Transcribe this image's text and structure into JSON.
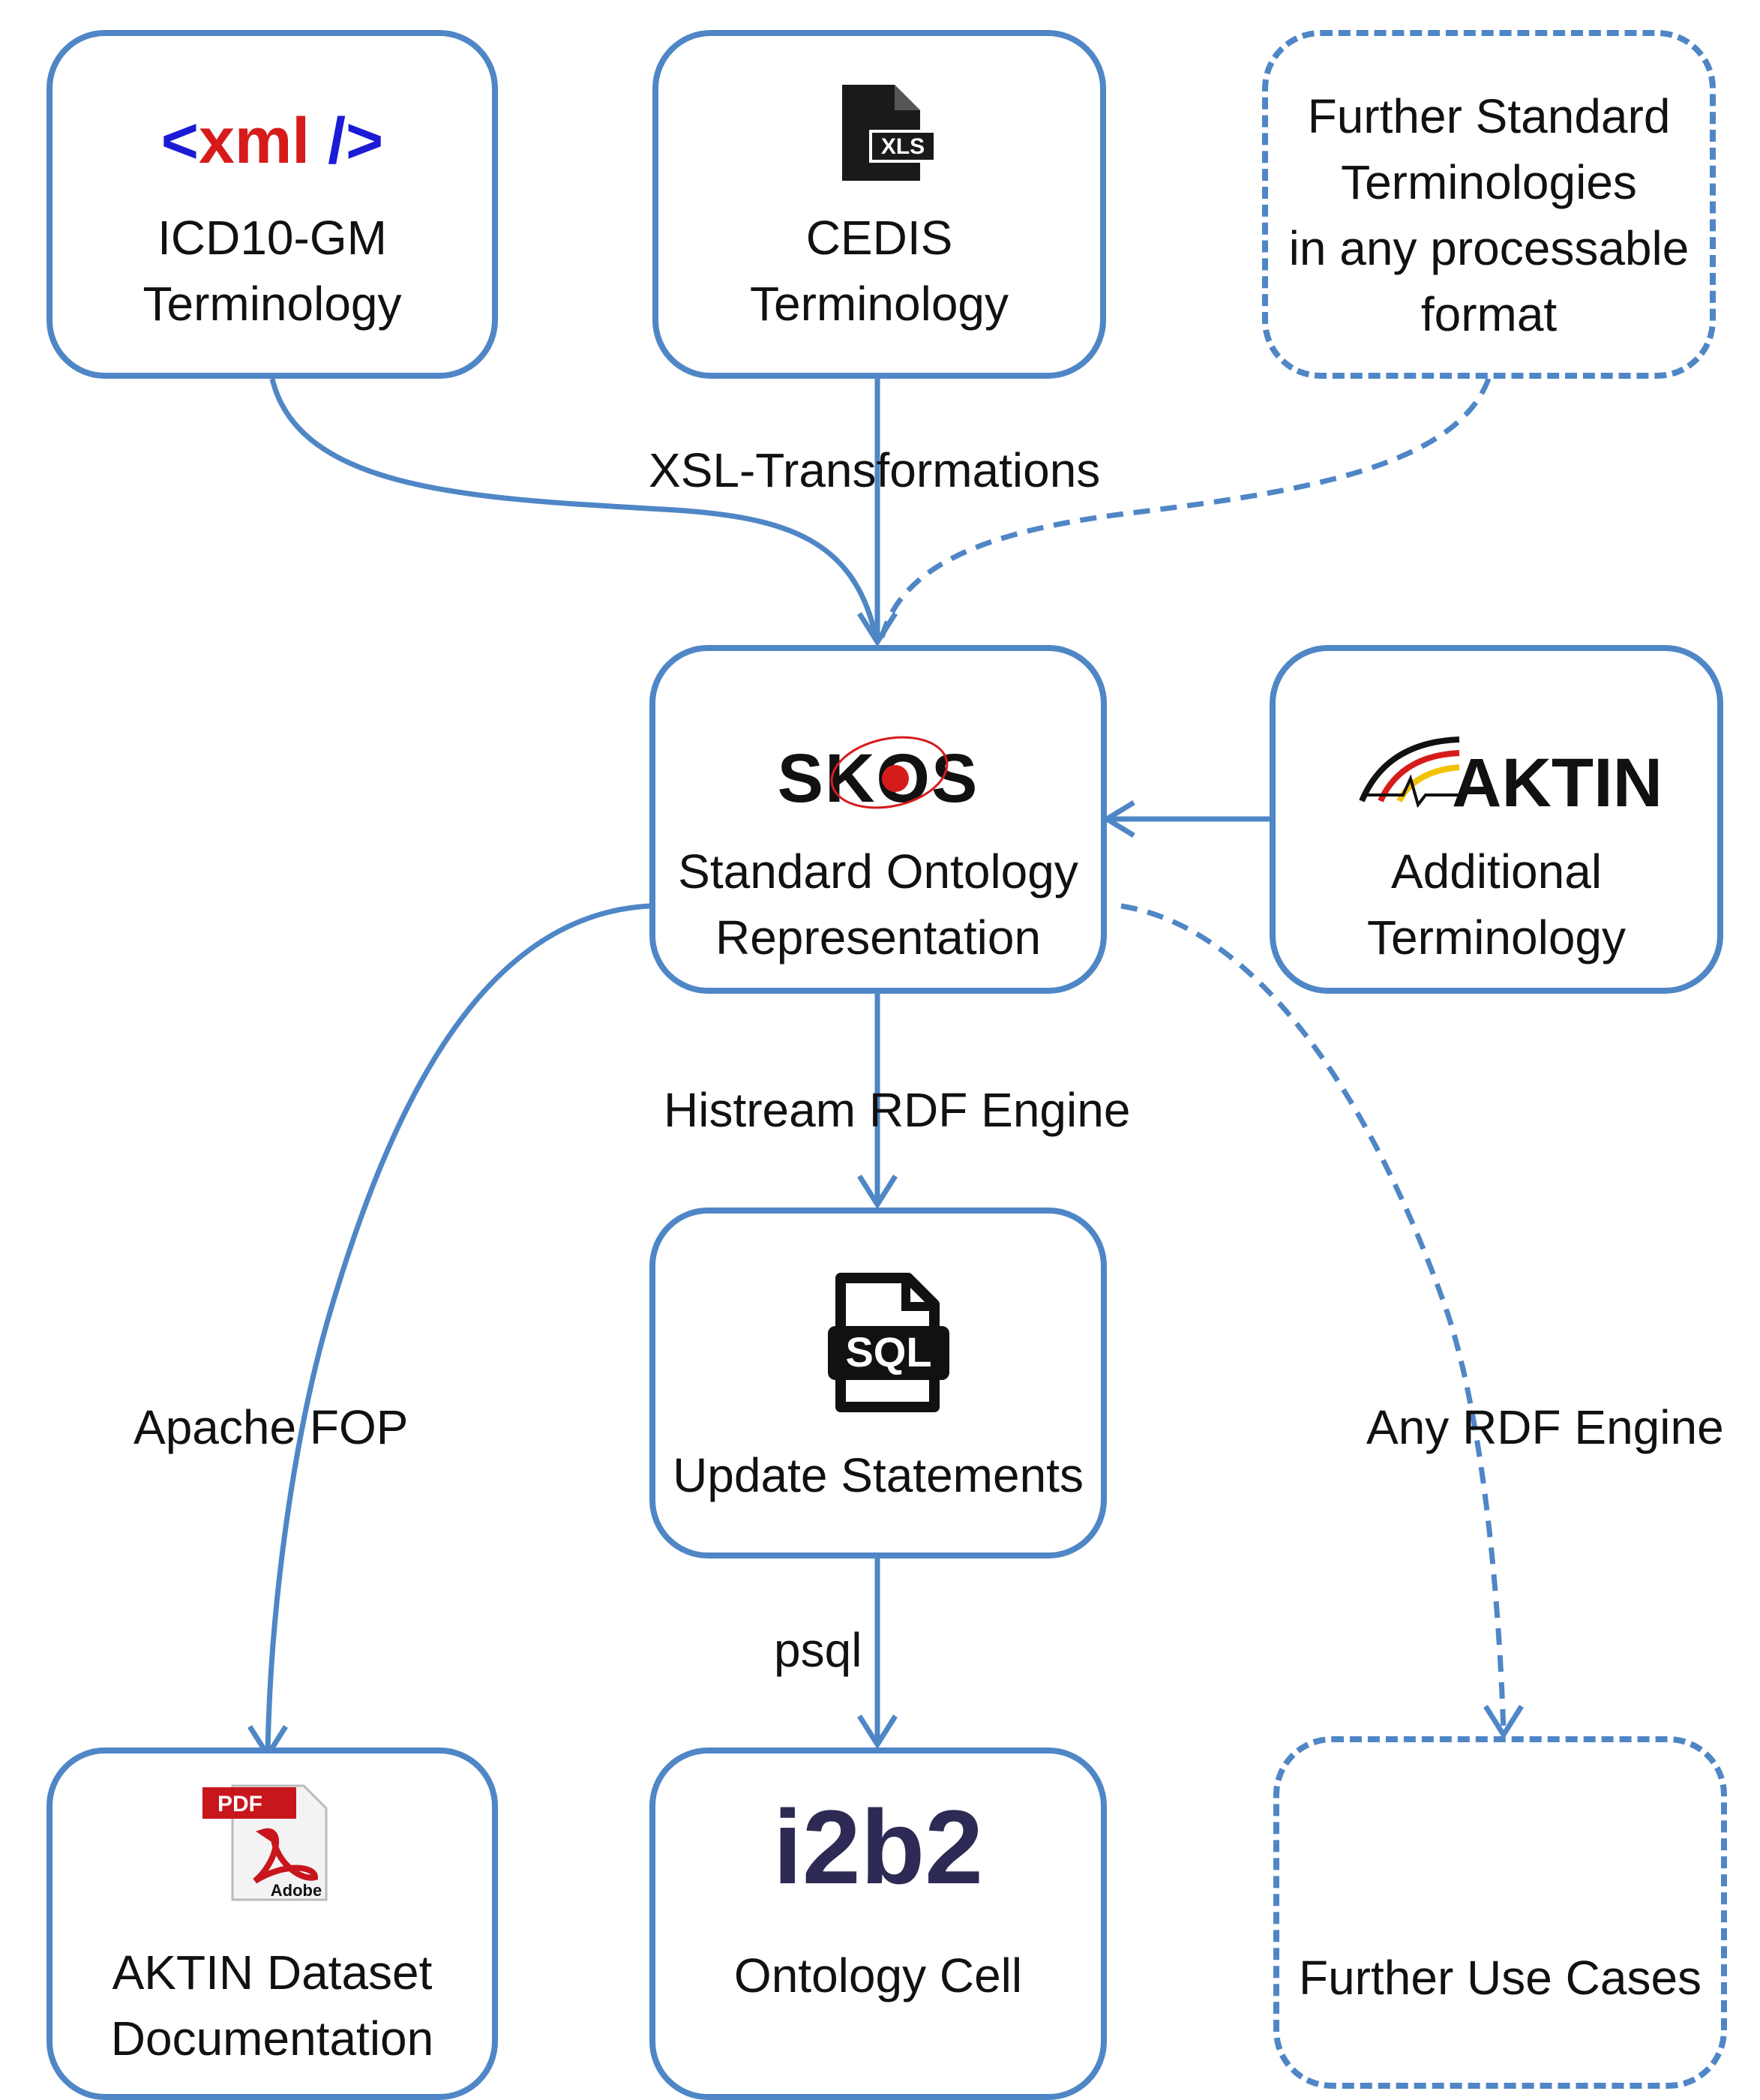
{
  "nodes": {
    "icd10": {
      "logo": "<xml />",
      "logo_open": "<",
      "logo_text": "xml",
      "logo_close": "/>",
      "line1": "ICD10-GM",
      "line2": "Terminology"
    },
    "cedis": {
      "icon": "xls-file-icon",
      "icon_text": "XLS",
      "line1": "CEDIS",
      "line2": "Terminology"
    },
    "further_terms": {
      "line1": "Further Standard",
      "line2": "Terminologies",
      "line3": "in any processable",
      "line4": "format"
    },
    "skos": {
      "logo": "SKOS",
      "line1": "Standard Ontology",
      "line2": "Representation"
    },
    "aktin": {
      "logo": "AKTIN",
      "line1": "Additional",
      "line2": "Terminology"
    },
    "update": {
      "icon": "sql-file-icon",
      "icon_text": "SQL",
      "line1": "Update Statements"
    },
    "aktin_doc": {
      "icon": "pdf-file-icon",
      "icon_text": "PDF",
      "icon_subtext": "Adobe",
      "line1": "AKTIN Dataset",
      "line2": "Documentation"
    },
    "i2b2": {
      "logo": "i2b2",
      "line1": "Ontology Cell"
    },
    "further_uses": {
      "line1": "Further Use  Cases"
    }
  },
  "edges": {
    "xsl": "XSL-Transformations",
    "histream": "Histream RDF Engine",
    "apache": "Apache FOP",
    "any_rdf": "Any RDF Engine",
    "psql": "psql"
  },
  "colors": {
    "accent": "#4f86c6",
    "xml_bracket": "#1b1bd6",
    "xml_text": "#d61b1b",
    "pdf_red": "#c8161d",
    "i2b2": "#2d2a55"
  }
}
